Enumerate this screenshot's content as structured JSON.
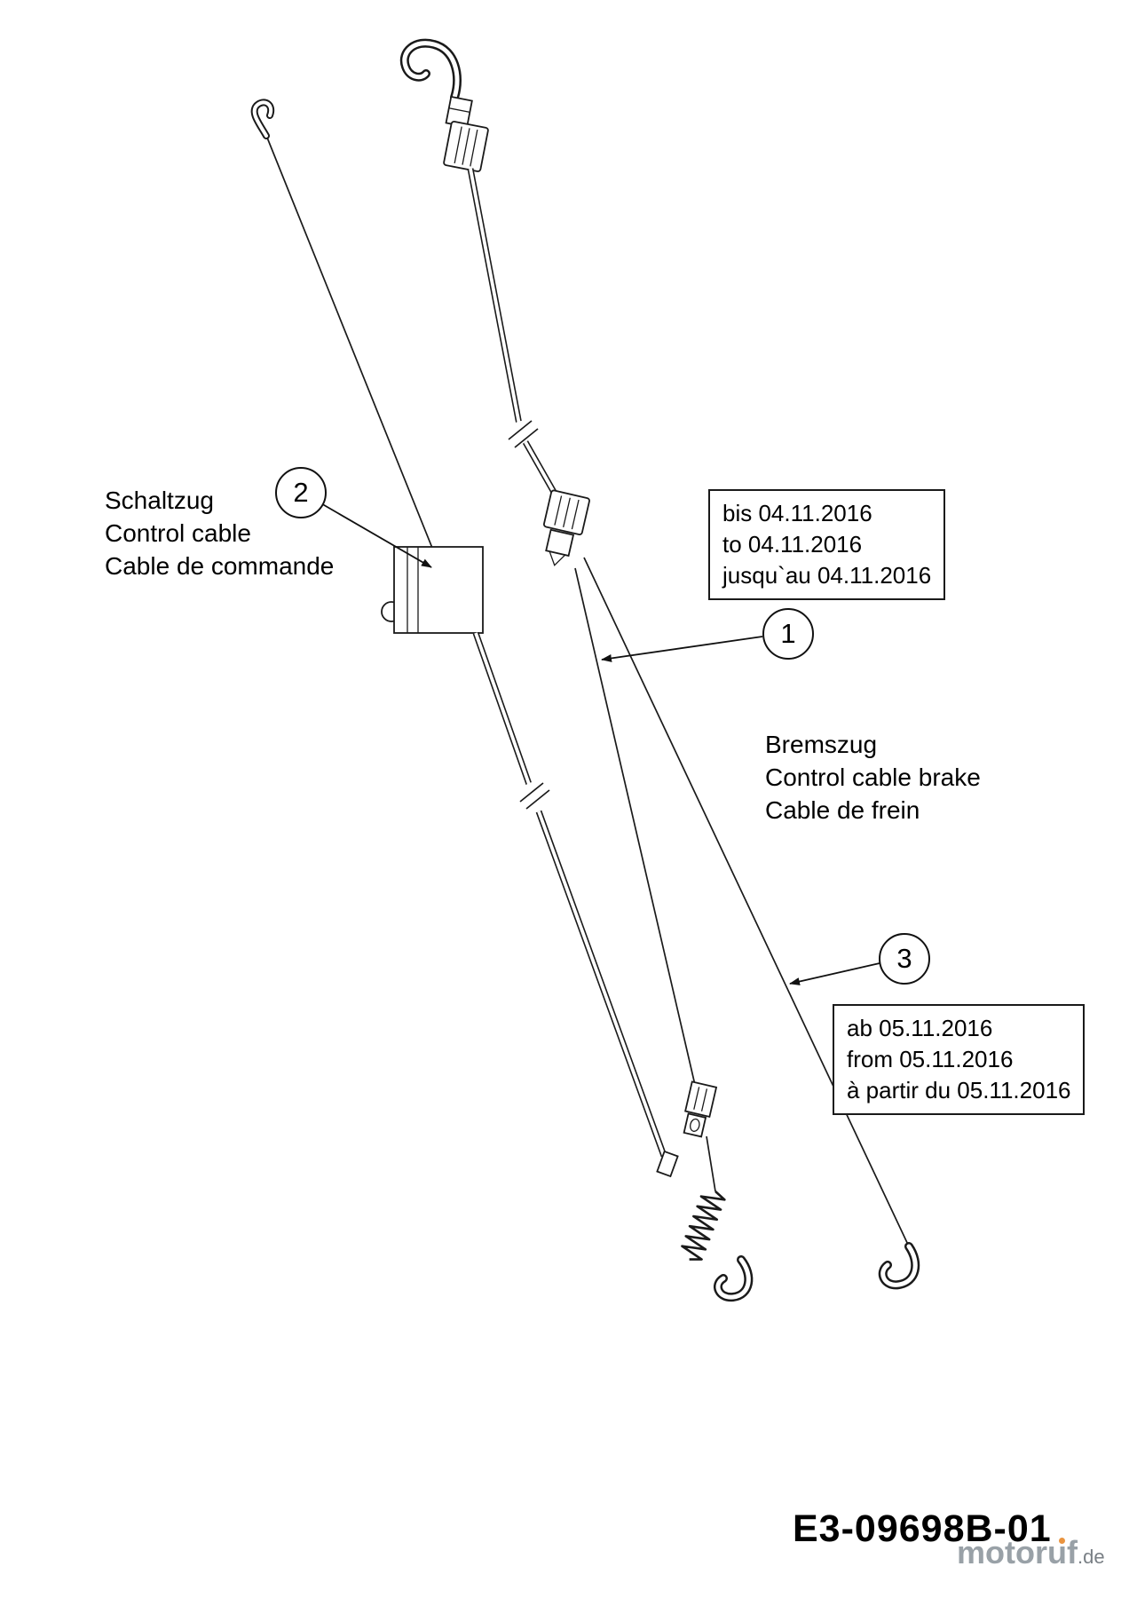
{
  "labels": {
    "schaltzug": {
      "de": "Schaltzug",
      "en": "Control cable",
      "fr": "Cable de commande"
    },
    "bremszug": {
      "de": "Bremszug",
      "en": "Control cable brake",
      "fr": "Cable de frein"
    }
  },
  "notes": {
    "until": {
      "de": "bis 04.11.2016",
      "en": "to 04.11.2016",
      "fr": "jusqu`au 04.11.2016"
    },
    "from": {
      "de": "ab 05.11.2016",
      "en": "from 05.11.2016",
      "fr": "à partir du 05.11.2016"
    }
  },
  "callouts": {
    "one": "1",
    "two": "2",
    "three": "3"
  },
  "footer": {
    "part_code": "E3-09698B-01",
    "watermark_name": "motoruf",
    "watermark_tld": ".de"
  }
}
